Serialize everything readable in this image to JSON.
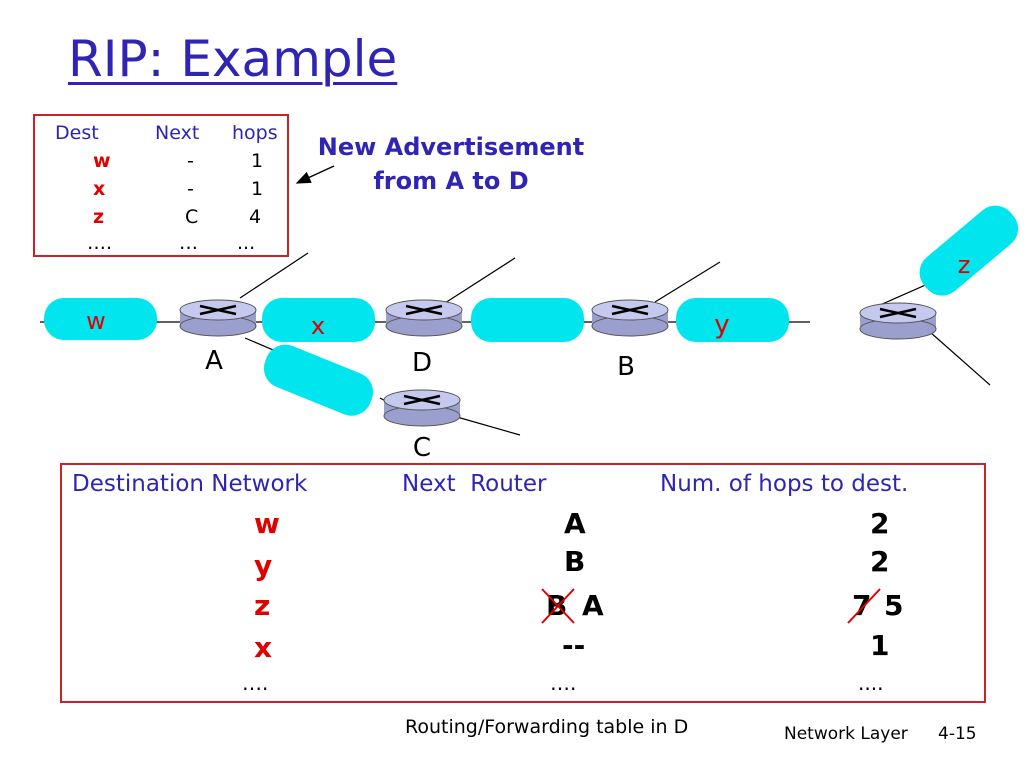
{
  "title": "RIP: Example",
  "advertisement": {
    "label_line1": "New Advertisement",
    "label_line2": "from A to D",
    "headers": {
      "dest": "Dest",
      "next": "Next",
      "hops": "hops"
    },
    "rows": [
      {
        "dest": "w",
        "next": "-",
        "hops": "1"
      },
      {
        "dest": "x",
        "next": "-",
        "hops": "1"
      },
      {
        "dest": "z",
        "next": "C",
        "hops": "4"
      },
      {
        "dest": "….",
        "next": "…",
        "hops": "..."
      }
    ]
  },
  "diagram": {
    "networks": {
      "w": "w",
      "x": "x",
      "y": "y",
      "z": "z"
    },
    "routers": {
      "A": "A",
      "D": "D",
      "B": "B",
      "C": "C"
    }
  },
  "routing_table": {
    "headers": {
      "dest": "Destination Network",
      "next": "Next  Router",
      "hops": "Num. of hops to dest."
    },
    "rows": [
      {
        "dest": "w",
        "next": "A",
        "hops": "2"
      },
      {
        "dest": "y",
        "next": "B",
        "hops": "2"
      },
      {
        "dest": "z",
        "next_old": "B",
        "next": "A",
        "hops_old": "7",
        "hops": "5"
      },
      {
        "dest": "x",
        "next": "--",
        "hops": "1"
      },
      {
        "dest": "….",
        "next": "….",
        "hops": "...."
      }
    ],
    "caption": "Routing/Forwarding table in D"
  },
  "footer": {
    "label": "Network Layer",
    "page": "4-15"
  },
  "colors": {
    "title": "#2f24b3",
    "border": "#c8222a",
    "network": "#00e5ee",
    "router": "#b9bde6",
    "dest": "#e00000"
  }
}
